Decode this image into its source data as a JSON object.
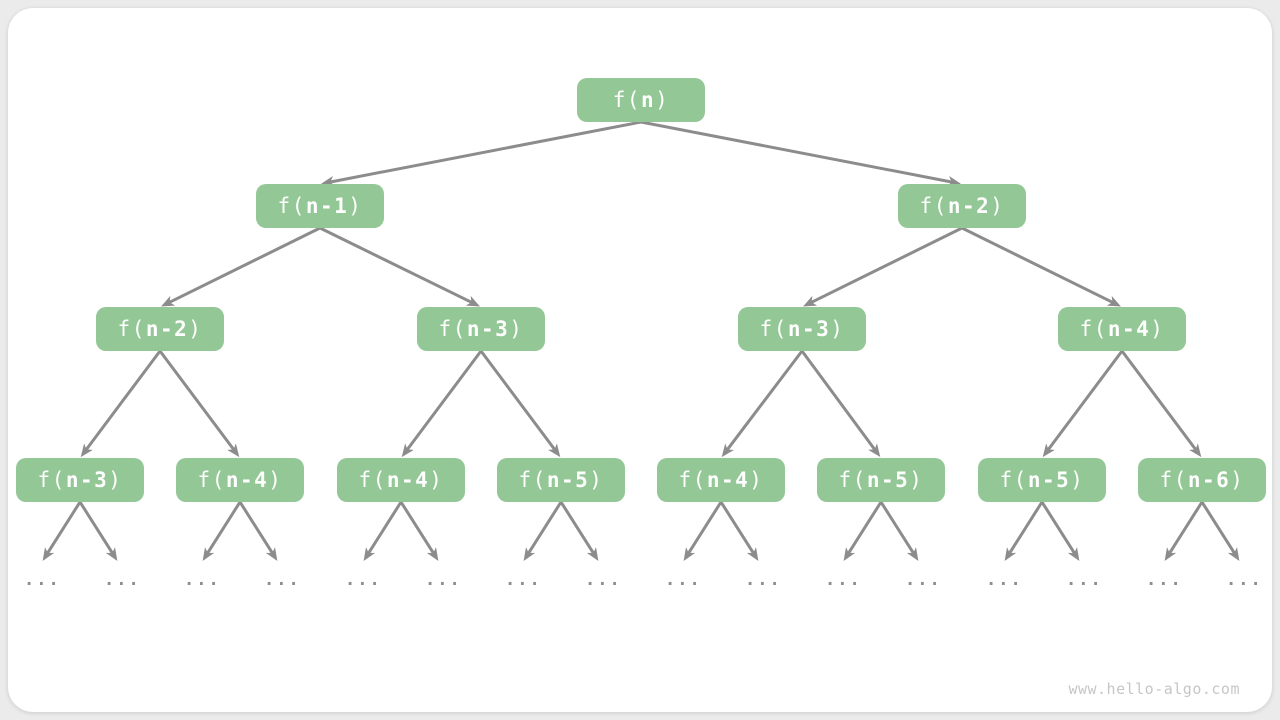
{
  "page": {
    "background": "#ebebeb",
    "card_background": "#ffffff"
  },
  "colors": {
    "node_fill": "#94c796",
    "node_text": "#ffffff",
    "arrow": "#8c8c8c",
    "leaf_dots": "#8e8e8e",
    "watermark": "#c6c6c6"
  },
  "watermark": "www.hello-algo.com",
  "tree": {
    "leaf_label": "...",
    "levels": [
      {
        "nodes": [
          {
            "pre": "f(",
            "arg": "n",
            "suf": ")"
          }
        ]
      },
      {
        "nodes": [
          {
            "pre": "f(",
            "arg": "n-1",
            "suf": ")"
          },
          {
            "pre": "f(",
            "arg": "n-2",
            "suf": ")"
          }
        ]
      },
      {
        "nodes": [
          {
            "pre": "f(",
            "arg": "n-2",
            "suf": ")"
          },
          {
            "pre": "f(",
            "arg": "n-3",
            "suf": ")"
          },
          {
            "pre": "f(",
            "arg": "n-3",
            "suf": ")"
          },
          {
            "pre": "f(",
            "arg": "n-4",
            "suf": ")"
          }
        ]
      },
      {
        "nodes": [
          {
            "pre": "f(",
            "arg": "n-3",
            "suf": ")"
          },
          {
            "pre": "f(",
            "arg": "n-4",
            "suf": ")"
          },
          {
            "pre": "f(",
            "arg": "n-4",
            "suf": ")"
          },
          {
            "pre": "f(",
            "arg": "n-5",
            "suf": ")"
          },
          {
            "pre": "f(",
            "arg": "n-4",
            "suf": ")"
          },
          {
            "pre": "f(",
            "arg": "n-5",
            "suf": ")"
          },
          {
            "pre": "f(",
            "arg": "n-5",
            "suf": ")"
          },
          {
            "pre": "f(",
            "arg": "n-6",
            "suf": ")"
          }
        ]
      }
    ]
  }
}
